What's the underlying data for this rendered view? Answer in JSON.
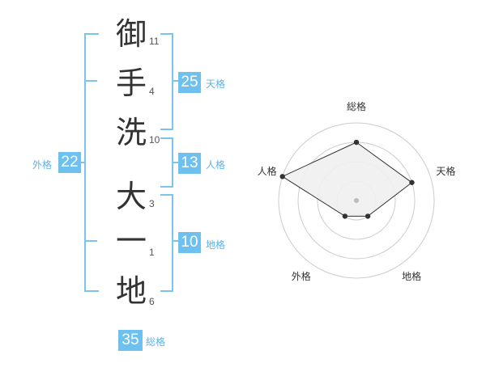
{
  "name": {
    "characters": [
      {
        "char": "御",
        "strokes": "11"
      },
      {
        "char": "手",
        "strokes": "4"
      },
      {
        "char": "洗",
        "strokes": "10"
      },
      {
        "char": "大",
        "strokes": "3"
      },
      {
        "char": "一",
        "strokes": "1"
      },
      {
        "char": "地",
        "strokes": "6"
      }
    ]
  },
  "fortune": {
    "tenkaku": {
      "label": "天格",
      "value": "25"
    },
    "jinkaku": {
      "label": "人格",
      "value": "13"
    },
    "chikaku": {
      "label": "地格",
      "value": "10"
    },
    "gaikaku": {
      "label": "外格",
      "value": "22"
    },
    "soukaku": {
      "label": "総格",
      "value": "35"
    }
  },
  "radar": {
    "axes": [
      "総格",
      "天格",
      "地格",
      "外格",
      "人格"
    ],
    "levels": [
      3,
      3,
      1,
      1,
      4
    ],
    "max_level": 4,
    "colors": {
      "grid": "#cccccc",
      "fill": "#f0f0f0",
      "line": "#333333",
      "center": "#bbbbbb"
    }
  }
}
